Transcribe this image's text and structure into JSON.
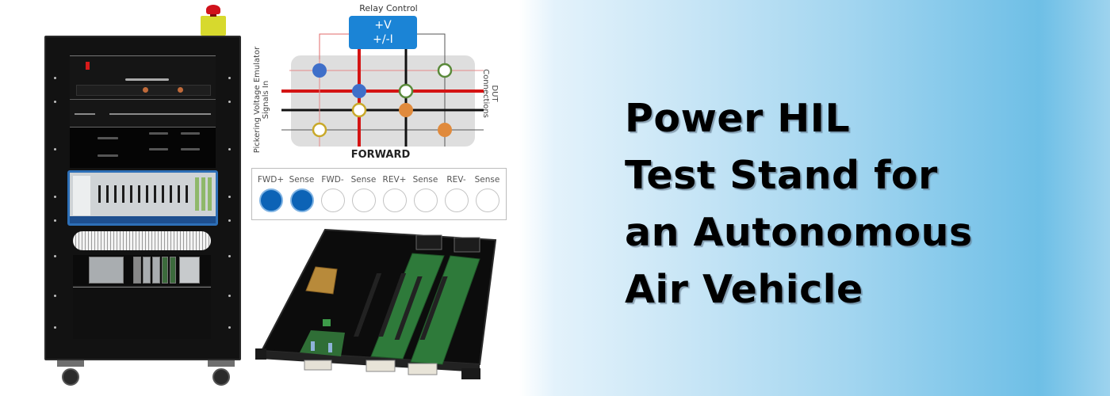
{
  "banner": {
    "headline_lines": [
      "Power HIL",
      "Test Stand for",
      "an Autonomous",
      "Air Vehicle"
    ],
    "background_gradient": [
      "#ffffff",
      "#c9e6f6",
      "#6ebfe6",
      "#9dd3ee"
    ],
    "text_color": "#000000"
  },
  "relay_diagram": {
    "title": "Relay Control",
    "box_line1": "+V",
    "box_line2": "+/-I",
    "box_color": "#1b84d6",
    "left_label": "Pickering Voltage Emulator Signals In",
    "right_label": "DUT Connections",
    "bottom_label": "FORWARD",
    "node_colors": {
      "blue": "#3f6fc9",
      "orange": "#e08a3c",
      "green_ring": "#5a8a3a",
      "yellow_ring": "#c9a92a"
    }
  },
  "channel_panel": {
    "channels": [
      {
        "label": "FWD+",
        "active": true
      },
      {
        "label": "Sense",
        "active": true
      },
      {
        "label": "FWD-",
        "active": false
      },
      {
        "label": "Sense",
        "active": false
      },
      {
        "label": "REV+",
        "active": false
      },
      {
        "label": "Sense",
        "active": false
      },
      {
        "label": "REV-",
        "active": false
      },
      {
        "label": "Sense",
        "active": false
      }
    ],
    "active_color": "#0c63b6"
  },
  "images": {
    "rack": "test-stand-rack-with-e-stop-and-casters",
    "board": "rack-mount-tray-with-two-green-relay-boards"
  }
}
